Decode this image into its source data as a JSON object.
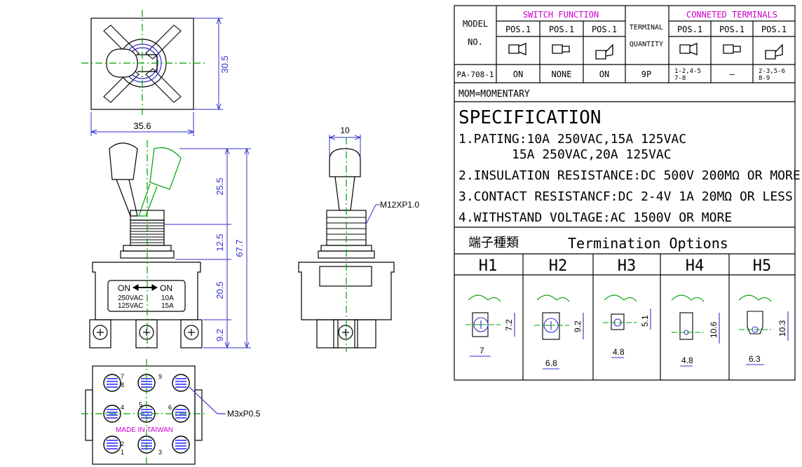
{
  "colors": {
    "outline": "#000000",
    "header": "#cc00cc",
    "centerline": "#00a000",
    "dimension": "#3030cc",
    "spring": "#2020ff"
  },
  "dims": {
    "top_height": "30.5",
    "top_width": "35.6",
    "toggle_height": "25.5",
    "bushing_height": "12.5",
    "body_height": "20.5",
    "terminal_height": "9.2",
    "overall_height": "67.7",
    "side_width": "10",
    "thread_label": "M12XP1.0",
    "screw_label": "M3xP0.5"
  },
  "switch_label": {
    "line1_left": "ON",
    "line1_right": "ON",
    "row1_left": "250VAC",
    "row1_right": "10A",
    "row2_left": "125VAC",
    "row2_right": "15A"
  },
  "bottom_view": {
    "made_in": "MADE IN TAIWAN",
    "terminal_numbers": [
      "1",
      "2",
      "3",
      "4",
      "5",
      "6",
      "7",
      "8",
      "9"
    ]
  },
  "table": {
    "model_header_1": "MODEL",
    "model_header_2": "NO.",
    "switch_function": "SWITCH FUNCTION",
    "terminal_header_1": "TERMINAL",
    "terminal_header_2": "QUANTITY",
    "connected_terminals": "CONNETED TERMINALS",
    "pos_labels": [
      "POS.1",
      "POS.1",
      "POS.1",
      "POS.1",
      "POS.1",
      "POS.1"
    ],
    "model": "PA-708-1",
    "functions": [
      "ON",
      "NONE",
      "ON"
    ],
    "quantity": "9P",
    "connections_1a": "1-2,4-5",
    "connections_1b": "7-8",
    "connections_2": "—",
    "connections_3a": "2-3,5-6",
    "connections_3b": "8-9",
    "mom_note": "MOM=MOMENTARY",
    "spec_title": "SPECIFICATION",
    "spec_lines": [
      "1.PATING:10A 250VAC,15A 125VAC",
      "15A 250VAC,20A 125VAC",
      "2.INSULATION RESISTANCE:DC 500V 200MΩ OR MORE",
      "3.CONTACT RESISTANCF:DC 2-4V 1A 20MΩ OR LESS",
      "4.WITHSTAND VOLTAGE:AC 1500V OR MORE"
    ],
    "termination_cn": "端子種類",
    "termination_en": "Termination Options",
    "options": [
      "H1",
      "H2",
      "H3",
      "H4",
      "H5"
    ],
    "h_dims": {
      "h1_a": "7.2",
      "h1_b": "7",
      "h2_a": "9.2",
      "h2_b": "6.8",
      "h3_a": "5.1",
      "h3_b": "4.8",
      "h4_a": "10.6",
      "h4_b": "4.8",
      "h5_a": "10.3",
      "h5_b": "6.3"
    }
  }
}
